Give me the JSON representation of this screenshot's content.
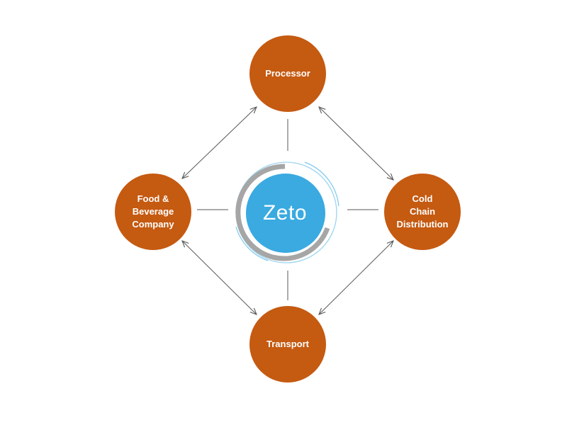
{
  "colors": {
    "node_fill": "#C55A11",
    "center_fill": "#3AAAE1",
    "center_ring": "#A6A6A6",
    "center_outline": "#7CC8EC",
    "connector": "#595959"
  },
  "center": {
    "label": "Zeto"
  },
  "nodes": {
    "top": "Processor",
    "right": "Cold\nChain\nDistribution",
    "bottom": "Transport",
    "left": "Food &\nBeverage\nCompany"
  }
}
